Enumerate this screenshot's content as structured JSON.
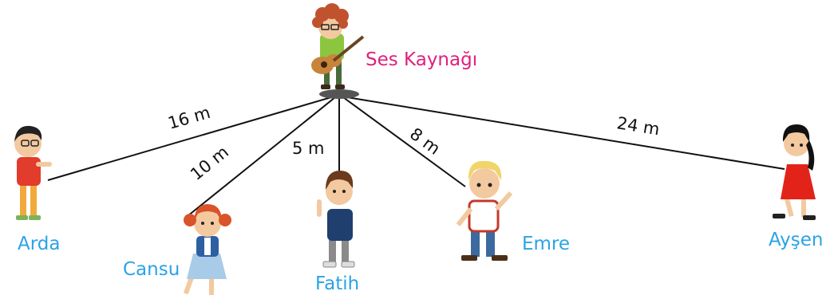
{
  "source": {
    "label": "Ses Kaynağı"
  },
  "children": [
    {
      "name": "Arda",
      "distance": "16 m"
    },
    {
      "name": "Cansu",
      "distance": "10 m"
    },
    {
      "name": "Fatih",
      "distance": "5 m"
    },
    {
      "name": "Emre",
      "distance": "8 m"
    },
    {
      "name": "Ayşen",
      "distance": "24 m"
    }
  ],
  "colors": {
    "name_text": "#2aa3e6",
    "source_text": "#e0207e",
    "line": "#111111"
  }
}
